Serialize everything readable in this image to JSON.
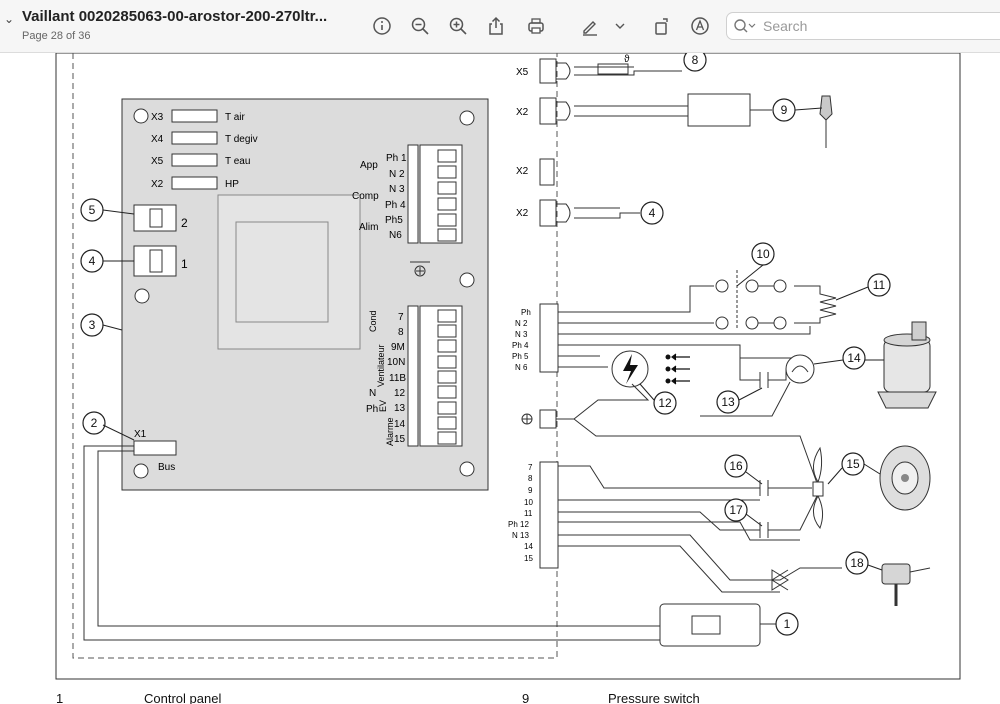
{
  "toolbar": {
    "title": "Vaillant 0020285063-00-arostor-200-270ltr...",
    "page_info": "Page 28 of 36",
    "search_placeholder": "Search",
    "icons": [
      "chevron-down-icon",
      "info-icon",
      "zoom-out-icon",
      "zoom-in-icon",
      "share-icon",
      "print-icon",
      "markup-pen-icon",
      "chevron-down-icon",
      "rotate-icon",
      "annotate-icon",
      "search-icon"
    ]
  },
  "board": {
    "connectors_left": [
      {
        "id": "X3",
        "label": "T air"
      },
      {
        "id": "X4",
        "label": "T degiv"
      },
      {
        "id": "X5",
        "label": "T eau"
      },
      {
        "id": "X2",
        "label": "HP"
      }
    ],
    "switch_labels": [
      "2",
      "1"
    ],
    "group_labels": {
      "app": "App",
      "comp": "Comp",
      "alim": "Alim",
      "cond": "Cond",
      "ventilateur": "Ventilateur",
      "n": "N",
      "ev": "EV",
      "ph": "Ph",
      "alarme": "Alarme"
    },
    "upper_terminals": [
      "Ph 1",
      "N 2",
      "N 3",
      "Ph 4",
      "Ph5",
      "N6"
    ],
    "lower_terminals": [
      "7",
      "8",
      "9M",
      "10N",
      "11B",
      "12",
      "13",
      "14",
      "15"
    ],
    "x1_label": "X1",
    "bus_label": "Bus"
  },
  "right_connectors": {
    "x5": "X5",
    "x2a": "X2",
    "x2b": "X2",
    "x2c": "X2",
    "power_pins": [
      "Ph",
      "N 2",
      "N 3",
      "Ph 4",
      "Ph 5",
      "N 6"
    ],
    "fan_pins": [
      "7",
      "8",
      "9",
      "10",
      "11",
      "Ph 12",
      "N 13",
      "14",
      "15"
    ],
    "theta": "ϑ"
  },
  "callouts": [
    "1",
    "2",
    "3",
    "4",
    "5",
    "8",
    "9",
    "10",
    "11",
    "12",
    "13",
    "14",
    "15",
    "16",
    "17",
    "18",
    "4"
  ],
  "legend": [
    {
      "num": "1",
      "text": "Control panel"
    },
    {
      "num": "9",
      "text": "Pressure switch"
    }
  ]
}
